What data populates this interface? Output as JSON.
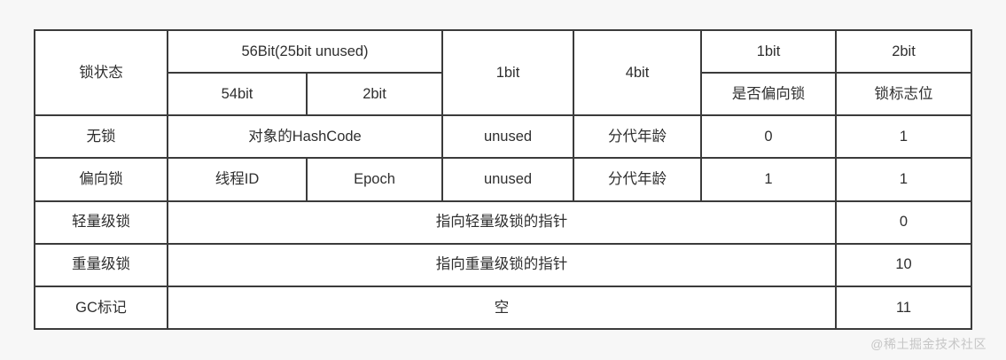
{
  "table": {
    "title_column_label": "锁状态",
    "header": {
      "group_56bit": "56Bit(25bit unused)",
      "sub_54bit": "54bit",
      "sub_2bit": "2bit",
      "col_1bit": "1bit",
      "col_4bit": "4bit",
      "col_bias_width": "1bit",
      "col_bias_label": "是否偏向锁",
      "col_flag_width": "2bit",
      "col_flag_label": "锁标志位"
    },
    "rows": [
      {
        "state": "无锁",
        "field_a": "对象的HashCode",
        "field_b": null,
        "unused": "unused",
        "age": "分代年龄",
        "bias": "0",
        "flag": "1",
        "merged": false
      },
      {
        "state": "偏向锁",
        "field_a": "线程ID",
        "field_b": "Epoch",
        "unused": "unused",
        "age": "分代年龄",
        "bias": "1",
        "flag": "1",
        "merged": false
      },
      {
        "state": "轻量级锁",
        "merged_text": "指向轻量级锁的指针",
        "flag": "0",
        "merged": true
      },
      {
        "state": "重量级锁",
        "merged_text": "指向重量级锁的指针",
        "flag": "10",
        "merged": true
      },
      {
        "state": "GC标记",
        "merged_text": "空",
        "flag": "11",
        "merged": true
      }
    ]
  },
  "watermark": {
    "text": "@稀土掘金技术社区"
  },
  "colors": {
    "page_background": "#f7f7f7",
    "cell_background": "#ffffff",
    "border": "#3b3b3b",
    "text": "#2f2f2f",
    "watermark": "#c6c6c6"
  }
}
